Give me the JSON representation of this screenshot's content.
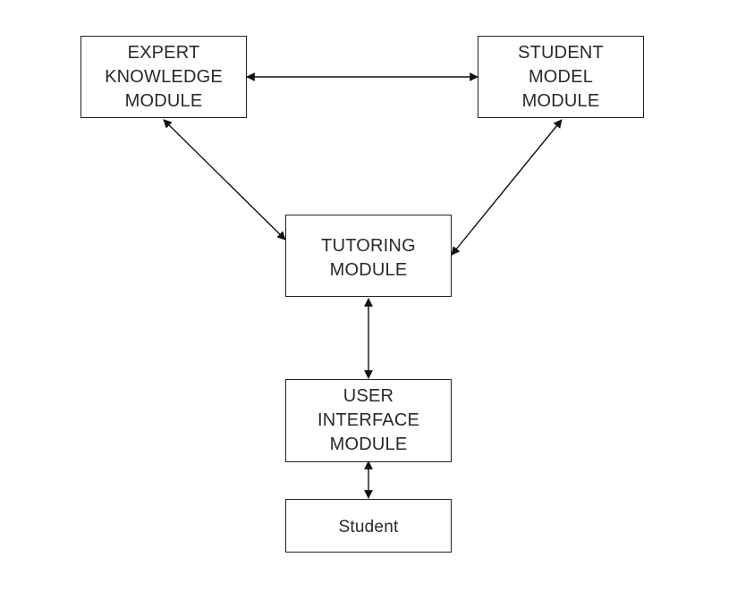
{
  "diagram": {
    "nodes": {
      "expert": {
        "lines": [
          "EXPERT",
          "KNOWLEDGE",
          "MODULE"
        ]
      },
      "student_model": {
        "lines": [
          "STUDENT",
          "MODEL",
          "MODULE"
        ]
      },
      "tutoring": {
        "lines": [
          "TUTORING",
          "MODULE"
        ]
      },
      "user_interface": {
        "lines": [
          "USER",
          "INTERFACE",
          "MODULE"
        ]
      },
      "student": {
        "lines": [
          "Student"
        ]
      }
    },
    "edges": [
      {
        "from": "expert",
        "to": "student_model",
        "direction": "bidirectional"
      },
      {
        "from": "expert",
        "to": "tutoring",
        "direction": "bidirectional"
      },
      {
        "from": "student_model",
        "to": "tutoring",
        "direction": "bidirectional"
      },
      {
        "from": "tutoring",
        "to": "user_interface",
        "direction": "bidirectional"
      },
      {
        "from": "user_interface",
        "to": "student",
        "direction": "bidirectional"
      }
    ],
    "colors": {
      "line": "#111111",
      "border": "#222222",
      "text": "#2a2a2a"
    }
  }
}
